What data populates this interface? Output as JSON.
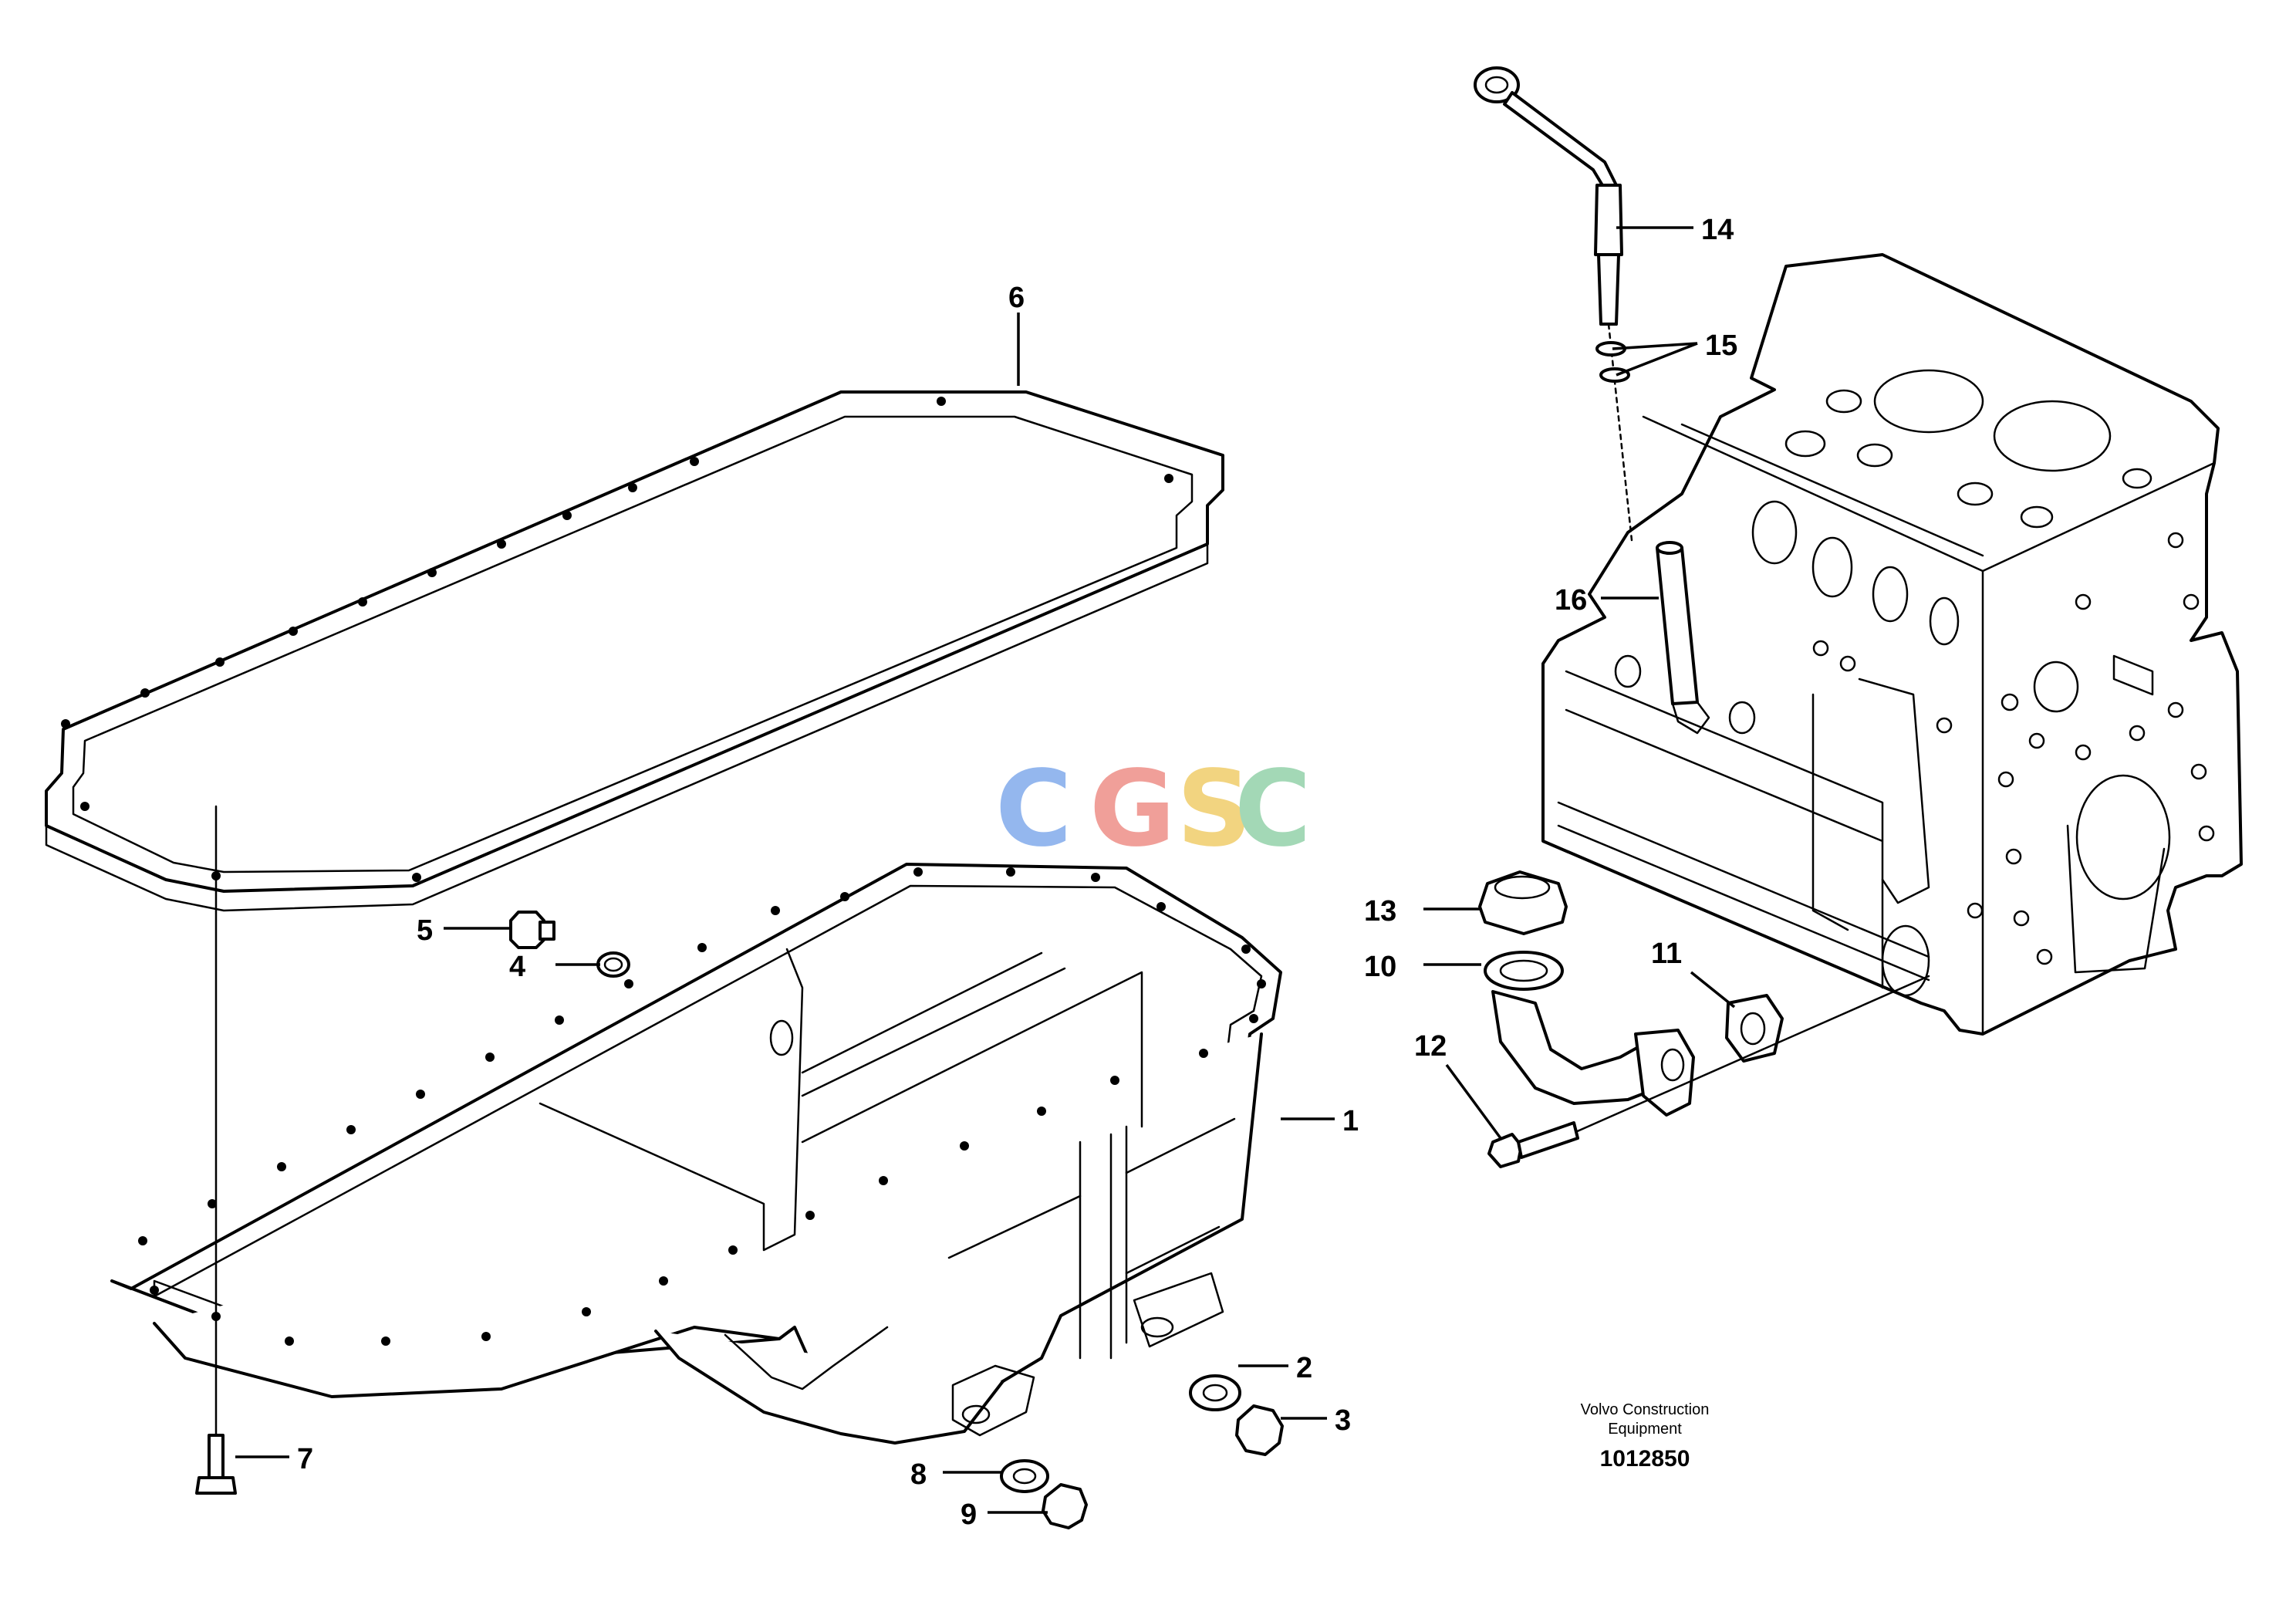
{
  "callouts": {
    "c1": "1",
    "c2": "2",
    "c3": "3",
    "c4": "4",
    "c5": "5",
    "c6": "6",
    "c7": "7",
    "c8": "8",
    "c9": "9",
    "c10": "10",
    "c11": "11",
    "c12": "12",
    "c13": "13",
    "c14": "14",
    "c15": "15",
    "c16": "16"
  },
  "caption": {
    "maker_line1": "Volvo Construction",
    "maker_line2": "Equipment",
    "doc_number": "1012850"
  },
  "watermark": {
    "letters": [
      "C",
      "G",
      "S",
      "C"
    ],
    "colors": [
      "#8fb4ee",
      "#f09a94",
      "#f2d27a",
      "#9fd6b3"
    ]
  }
}
